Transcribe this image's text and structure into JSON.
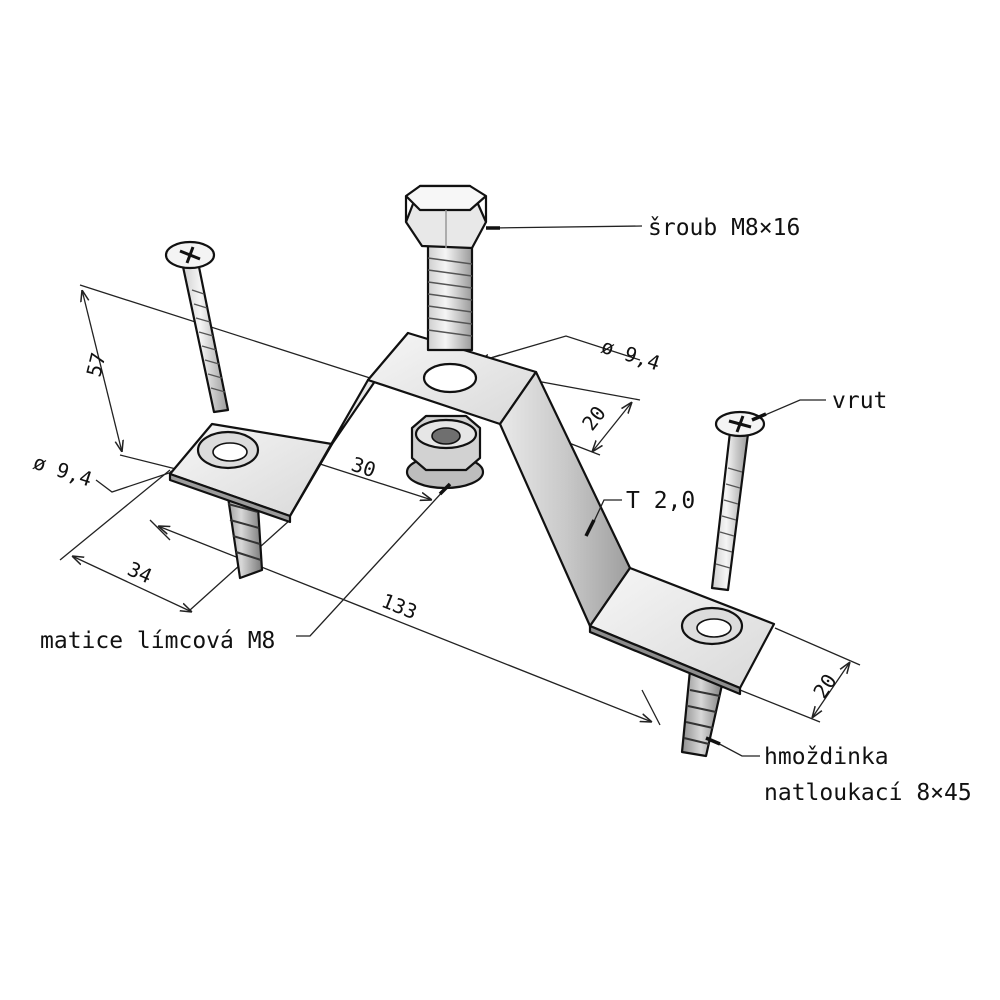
{
  "colors": {
    "ink": "#111111",
    "metal_light": "#f2f2f2",
    "metal_mid": "#d6d6d6",
    "metal_dark": "#a9a9a9",
    "paper": "#ffffff"
  },
  "labels": {
    "bolt": "šroub M8×16",
    "screw": "vrut",
    "thickness": "T 2,0",
    "nut": "matice límcová M8",
    "anchor_line1": "hmoždinka",
    "anchor_line2": "natloukací 8×45"
  },
  "dimensions": {
    "hole_top": "ø 9,4",
    "hole_left": "ø 9,4",
    "height": "57",
    "top_width": "20",
    "neck": "30",
    "foot": "34",
    "length": "133",
    "strip_width": "20"
  },
  "icons": [
    "phillips-head-icon",
    "hex-bolt-icon",
    "flange-nut-icon"
  ]
}
